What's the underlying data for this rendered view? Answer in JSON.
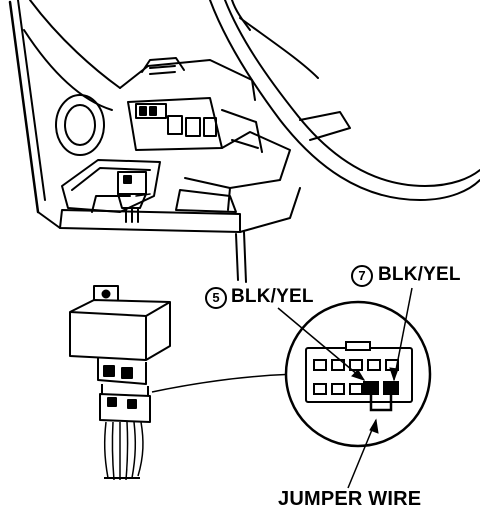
{
  "labels": {
    "pin5_number": "5",
    "pin5_color": "BLK/YEL",
    "pin7_number": "7",
    "pin7_color": "BLK/YEL",
    "jumper": "JUMPER WIRE"
  },
  "colors": {
    "ink": "#000000",
    "paper": "#ffffff"
  }
}
